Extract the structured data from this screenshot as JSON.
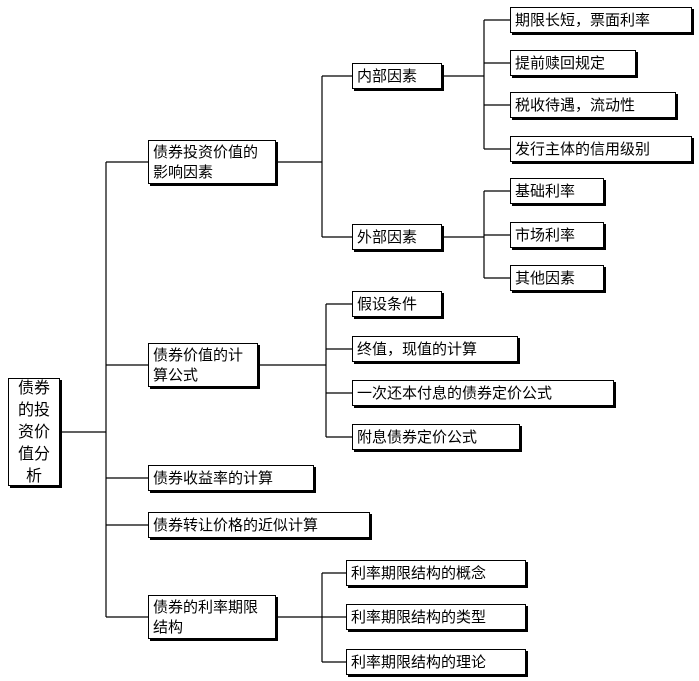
{
  "root": {
    "label": "债券的投资价值分析"
  },
  "branches": [
    {
      "id": "influence",
      "label": "债券投资价值的影响因素",
      "subgroups": [
        {
          "id": "internal",
          "label": "内部因素",
          "items": [
            "期限长短，票面利率",
            "提前赎回规定",
            "税收待遇，流动性",
            "发行主体的信用级别"
          ]
        },
        {
          "id": "external",
          "label": "外部因素",
          "items": [
            "基础利率",
            "市场利率",
            "其他因素"
          ]
        }
      ]
    },
    {
      "id": "formula",
      "label": "债券价值的计算公式",
      "items": [
        "假设条件",
        "终值，现值的计算",
        "一次还本付息的债券定价公式",
        "附息债券定价公式"
      ]
    },
    {
      "id": "yield",
      "label": "债券收益率的计算",
      "items": []
    },
    {
      "id": "transfer",
      "label": "债券转让价格的近似计算",
      "items": []
    },
    {
      "id": "termstructure",
      "label": "债券的利率期限结构",
      "items": [
        "利率期限结构的概念",
        "利率期限结构的类型",
        "利率期限结构的理论"
      ]
    }
  ]
}
